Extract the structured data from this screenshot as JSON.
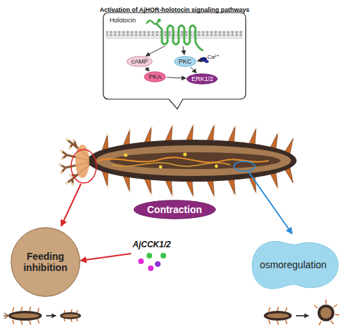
{
  "diagram": {
    "title": "Activation of AjHOR-holotocin signaling pathways",
    "nodes": [
      {
        "text": [
          "Holotocin"
        ]
      },
      {
        "text": [
          "cAMP"
        ],
        "in": 0
      },
      {
        "text": [
          "PKC"
        ],
        "in": 0
      },
      {
        "text": [
          "PKA"
        ],
        "in": 0
      },
      {
        "text": [
          "ERK1/2"
        ],
        "in": 0
      },
      {
        "text": [
          "Contraction"
        ]
      },
      {
        "text": [
          "Feeding inhibition"
        ]
      },
      {
        "text": [
          "osmoregulation"
        ]
      }
    ],
    "edges": [
      {
        "from": 1,
        "to": 3,
        "arrow": "to"
      },
      {
        "from": 2,
        "to": 4,
        "arrow": "to"
      },
      {
        "from": 3,
        "to": 4,
        "arrow": "to"
      }
    ],
    "labels": [
      "Ca²⁺",
      "AjCCK1/2"
    ]
  }
}
